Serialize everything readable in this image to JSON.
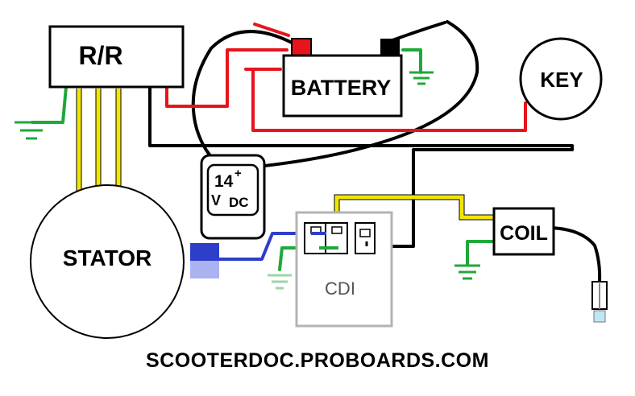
{
  "labels": {
    "rr": "R/R",
    "battery": "BATTERY",
    "key": "KEY",
    "meter_line1": "14",
    "meter_plus": "+",
    "meter_v": "V",
    "meter_dc": "DC",
    "stator": "STATOR",
    "cdi": "CDI",
    "coil": "COIL"
  },
  "footer": "SCOOTERDOC.PROBOARDS.COM",
  "colors": {
    "positive": "#e8141c",
    "ground": "#1fa83a",
    "ac": "#f2e600",
    "pickup": "#2d3ec9",
    "wire": "#000000",
    "cdi_box": "#b3b3b3"
  }
}
